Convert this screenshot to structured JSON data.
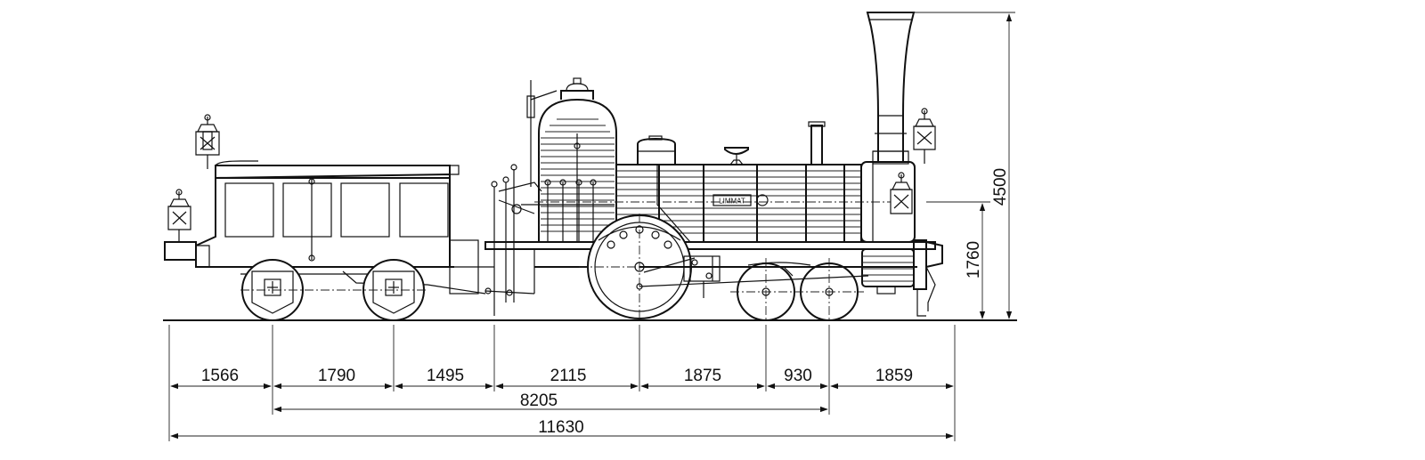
{
  "dimensions": {
    "horizontal_segments": [
      "1566",
      "1790",
      "1495",
      "2115",
      "1875",
      "930",
      "1859"
    ],
    "wheelbase": "8205",
    "overall_length": "11630",
    "vertical_total_height": "4500",
    "vertical_buffer_height": "1760"
  },
  "locomotive": {
    "name_plate": "LIMMAT"
  }
}
